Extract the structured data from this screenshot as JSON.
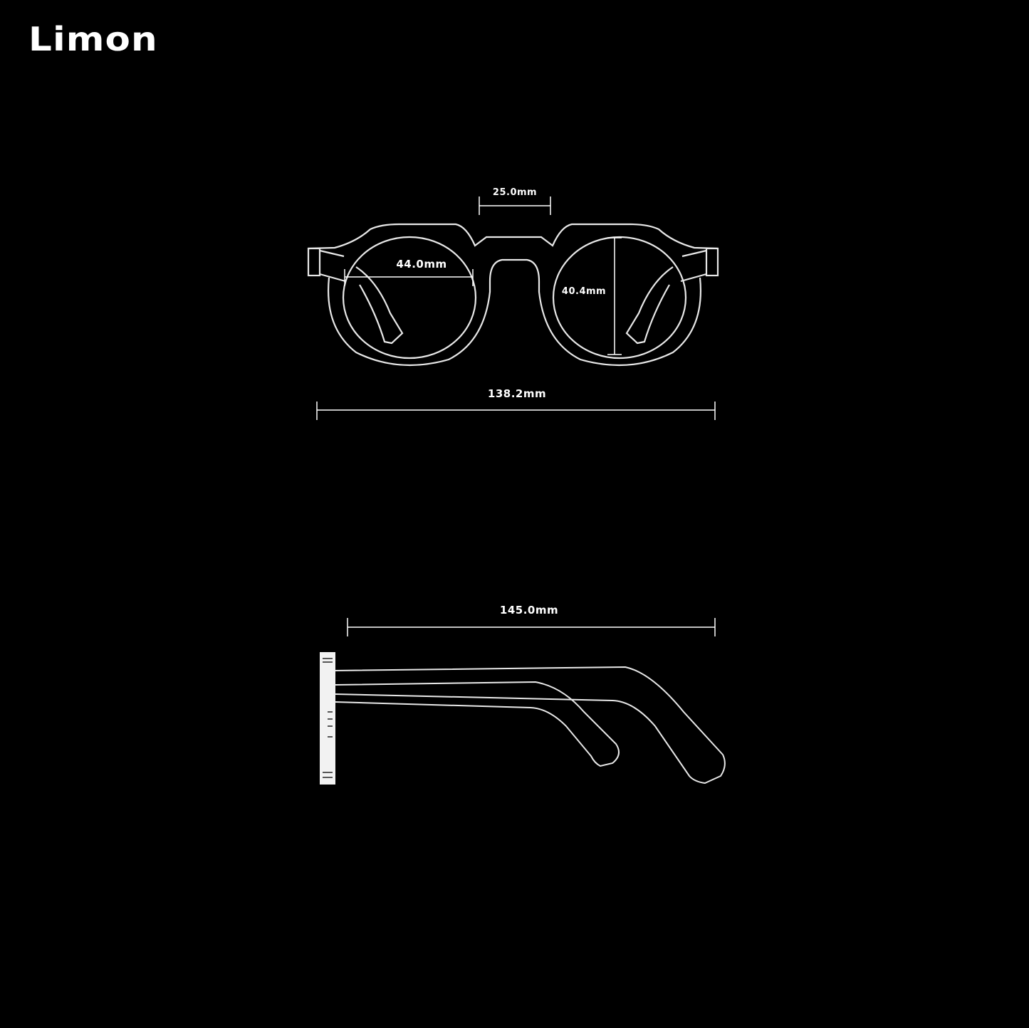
{
  "brand": {
    "name": "Limon"
  },
  "front_view": {
    "bridge_width": "25.0mm",
    "lens_width": "44.0mm",
    "lens_height": "40.4mm",
    "total_width": "138.2mm"
  },
  "side_view": {
    "temple_length": "145.0mm"
  },
  "colors": {
    "background": "#000000",
    "line": "#ffffff"
  }
}
